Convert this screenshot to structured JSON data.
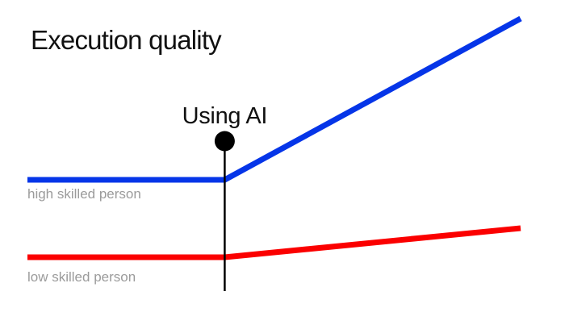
{
  "chart_data": {
    "type": "line",
    "title": "Execution quality",
    "x_range": [
      0,
      10
    ],
    "y_range": [
      0,
      11
    ],
    "grid": false,
    "axes_visible": false,
    "legend_position": "inline-left-below-lines",
    "background_color": "#ffffff",
    "annotation": {
      "label": "Using AI",
      "x": 4,
      "marker_y": 6.2,
      "line_bottom_y": 1.55,
      "marker_color": "#000000",
      "line_color": "#000000"
    },
    "series": [
      {
        "name": "high skilled person",
        "color": "#0535e8",
        "label_color": "#9b9b9b",
        "x": [
          0,
          4,
          10
        ],
        "y": [
          5.0,
          5.0,
          10.0
        ]
      },
      {
        "name": "low skilled person",
        "color": "#fb0000",
        "label_color": "#9b9b9b",
        "x": [
          0,
          4,
          10
        ],
        "y": [
          2.6,
          2.6,
          3.5
        ]
      }
    ]
  }
}
